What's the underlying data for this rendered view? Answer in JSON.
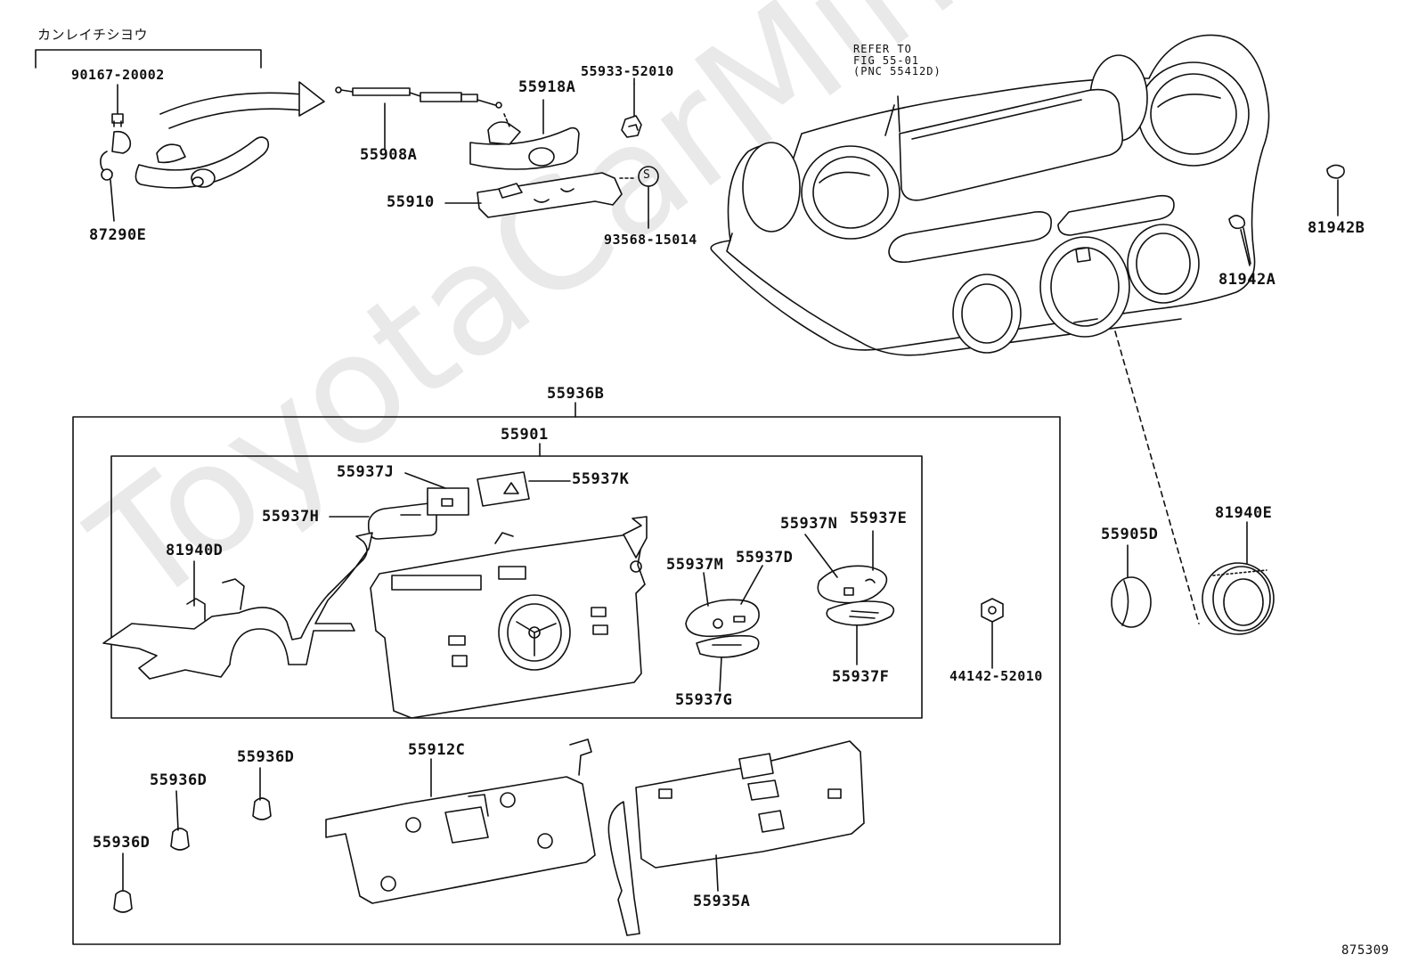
{
  "watermark": "ToyotaCarMine.ru",
  "figure_number": "875309",
  "note_kanreichishiyou": "カンレイチシヨウ",
  "refer_note": "REFER TO\nFIG 55-01\n(PNC 55412D)",
  "service_symbol": "S",
  "labels": {
    "p90167": "90167-20002",
    "p87290E": "87290E",
    "p55908A": "55908A",
    "p55918A": "55918A",
    "p55933": "55933-52010",
    "p55910": "55910",
    "p93568": "93568-15014",
    "p81942A": "81942A",
    "p81942B": "81942B",
    "p55936B": "55936B",
    "p55901": "55901",
    "p55937J": "55937J",
    "p55937K": "55937K",
    "p55937H": "55937H",
    "p81940D": "81940D",
    "p55937N": "55937N",
    "p55937E": "55937E",
    "p55937M": "55937M",
    "p55937D": "55937D",
    "p55937G": "55937G",
    "p55937F": "55937F",
    "p44142": "44142-52010",
    "p55905D": "55905D",
    "p81940E": "81940E",
    "p55912C": "55912C",
    "p55936D_a": "55936D",
    "p55936D_b": "55936D",
    "p55936D_c": "55936D",
    "p55935A": "55935A"
  },
  "colors": {
    "ink": "#111111",
    "watermark": "#e9e9e9",
    "background": "#ffffff"
  }
}
